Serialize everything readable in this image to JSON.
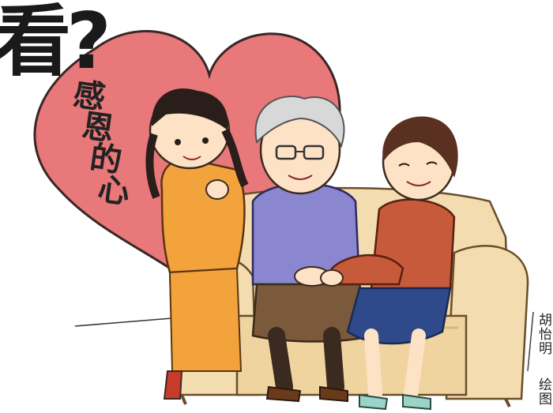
{
  "title_partial": "看?",
  "heart_caption": [
    "感",
    "恩",
    "的",
    "心"
  ],
  "side_credit_1": [
    "胡",
    "怡",
    "明"
  ],
  "side_credit_2": [
    "绘",
    "图"
  ],
  "colors": {
    "heart": "#e8787a",
    "heart_outline": "#3a2626",
    "sofa": "#f3ddb0",
    "sofa_shadow": "#d9b87f",
    "girl_shirt": "#f3a33b",
    "grandma_sweater": "#8a86d0",
    "grandma_skirt": "#7a5a3b",
    "mother_sweater": "#c65a3a",
    "mother_skirt": "#2e4a8a",
    "skin": "#fde2c6",
    "hair_dark": "#2a1e1a",
    "hair_grey": "#d8d8d8"
  }
}
